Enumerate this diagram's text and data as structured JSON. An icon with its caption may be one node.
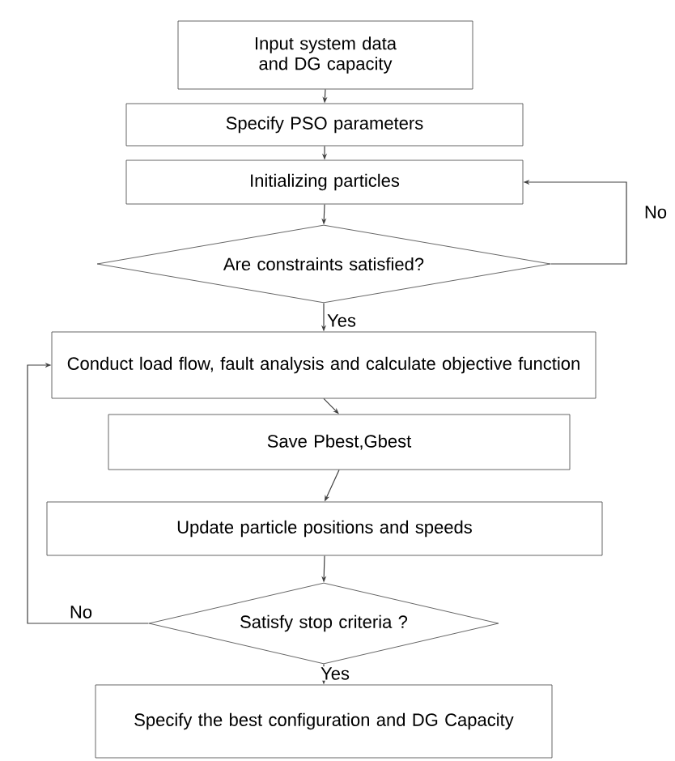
{
  "diagram": {
    "nodes": [
      {
        "text": [
          "Input system data and DG capacity"
        ]
      },
      {
        "text": [
          "Specify PSO parameters"
        ]
      },
      {
        "text": [
          "Initializing particles"
        ]
      },
      {
        "text": [
          "Are constraints satisfied?"
        ]
      },
      {
        "text": [
          "Conduct load flow, fault analysis and calculate objective function"
        ]
      },
      {
        "text": [
          "Save Pbest,Gbest"
        ]
      },
      {
        "text": [
          "Update particle positions and speeds"
        ]
      },
      {
        "text": [
          "Satisfy stop criteria ?"
        ]
      },
      {
        "text": [
          "Specify the best configuration and DG Capacity"
        ]
      }
    ],
    "edges": [
      {
        "from": 0,
        "to": 1,
        "arrow": "to"
      },
      {
        "from": 1,
        "to": 2,
        "arrow": "to"
      },
      {
        "from": 2,
        "to": 3,
        "arrow": "to"
      },
      {
        "from": 3,
        "to": 2,
        "arrow": "to",
        "label": "No"
      },
      {
        "from": 3,
        "to": 4,
        "arrow": "to",
        "label": "Yes"
      },
      {
        "from": 4,
        "to": 5,
        "arrow": "to"
      },
      {
        "from": 5,
        "to": 6,
        "arrow": "to"
      },
      {
        "from": 6,
        "to": 7,
        "arrow": "to"
      },
      {
        "from": 7,
        "to": 4,
        "arrow": "to",
        "label": "No"
      },
      {
        "from": 7,
        "to": 8,
        "arrow": "to",
        "label": "Yes"
      }
    ]
  }
}
